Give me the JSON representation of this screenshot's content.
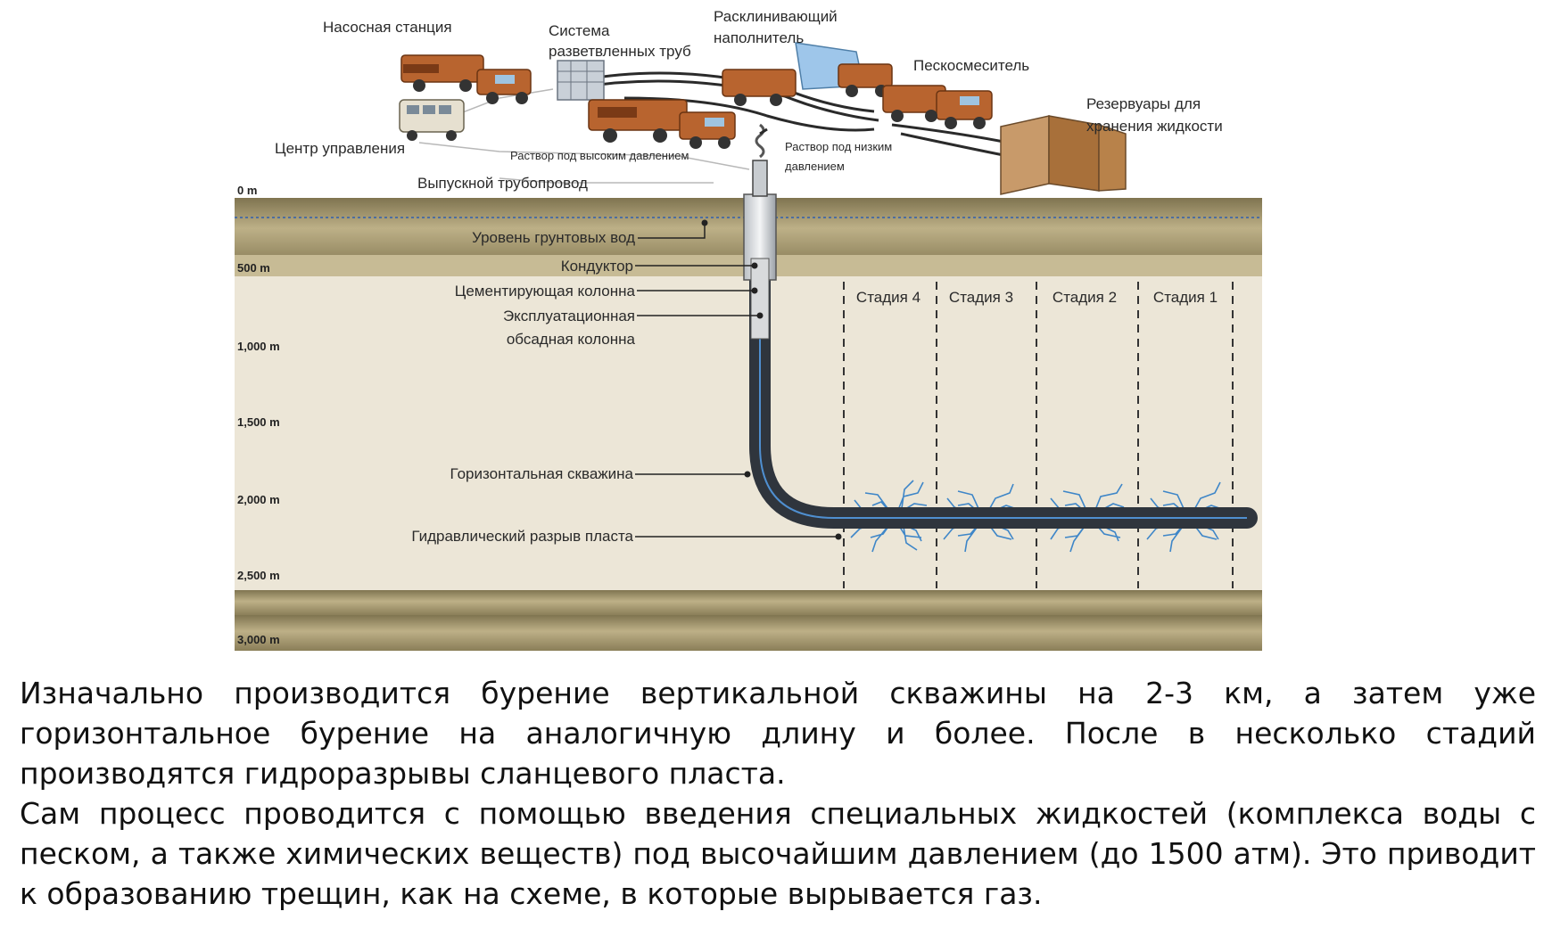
{
  "equipment": {
    "pump_station": "Насосная станция",
    "manifold_line1": "Система",
    "manifold_line2": "разветвленных труб",
    "proppant_line1": "Расклинивающий",
    "proppant_line2": "наполнитель",
    "sand_mixer": "Пескосмеситель",
    "tanks_line1": "Резервуары для",
    "tanks_line2": "хранения жидкости",
    "control_center": "Центр управления",
    "high_pressure": "Раствор под высоким давлением",
    "low_pressure_line1": "Раствор под низким",
    "low_pressure_line2": "давлением",
    "flowback": "Выпускной трубопровод"
  },
  "depths": [
    "0 m",
    "500 m",
    "1,000 m",
    "1,500 m",
    "2,000 m",
    "2,500 m",
    "3,000 m"
  ],
  "well_labels": {
    "groundwater": "Уровень грунтовых вод",
    "conductor": "Кондуктор",
    "cement": "Цементирующая колонна",
    "production_line1": "Эксплуатационная",
    "production_line2": "обсадная колонна",
    "horizontal": "Горизонтальная скважина",
    "fracturing": "Гидравлический разрыв пласта"
  },
  "stages": [
    "Стадия 4",
    "Стадия 3",
    "Стадия 2",
    "Стадия 1"
  ],
  "caption": {
    "p1": "Изначально производится бурение вертикальной скважины на 2-3 км, а затем уже горизонтальное бурение на аналогичную длину и более. После в несколько стадий производятся гидроразрывы сланцевого пласта.",
    "p2": "Сам процесс проводится с помощью введения специальных жидкостей (комплекса воды с песком, а также химических веществ) под высочайшим давлением (до 1500 атм). Это приводит к образованию трещин, как на схеме, в которые вырывается газ."
  },
  "colors": {
    "ground_band": "#a89a70",
    "ground_light": "#ebe5d6",
    "casing": "#2f353d",
    "fracture": "#3e86c8",
    "truck": "#b8642f"
  }
}
